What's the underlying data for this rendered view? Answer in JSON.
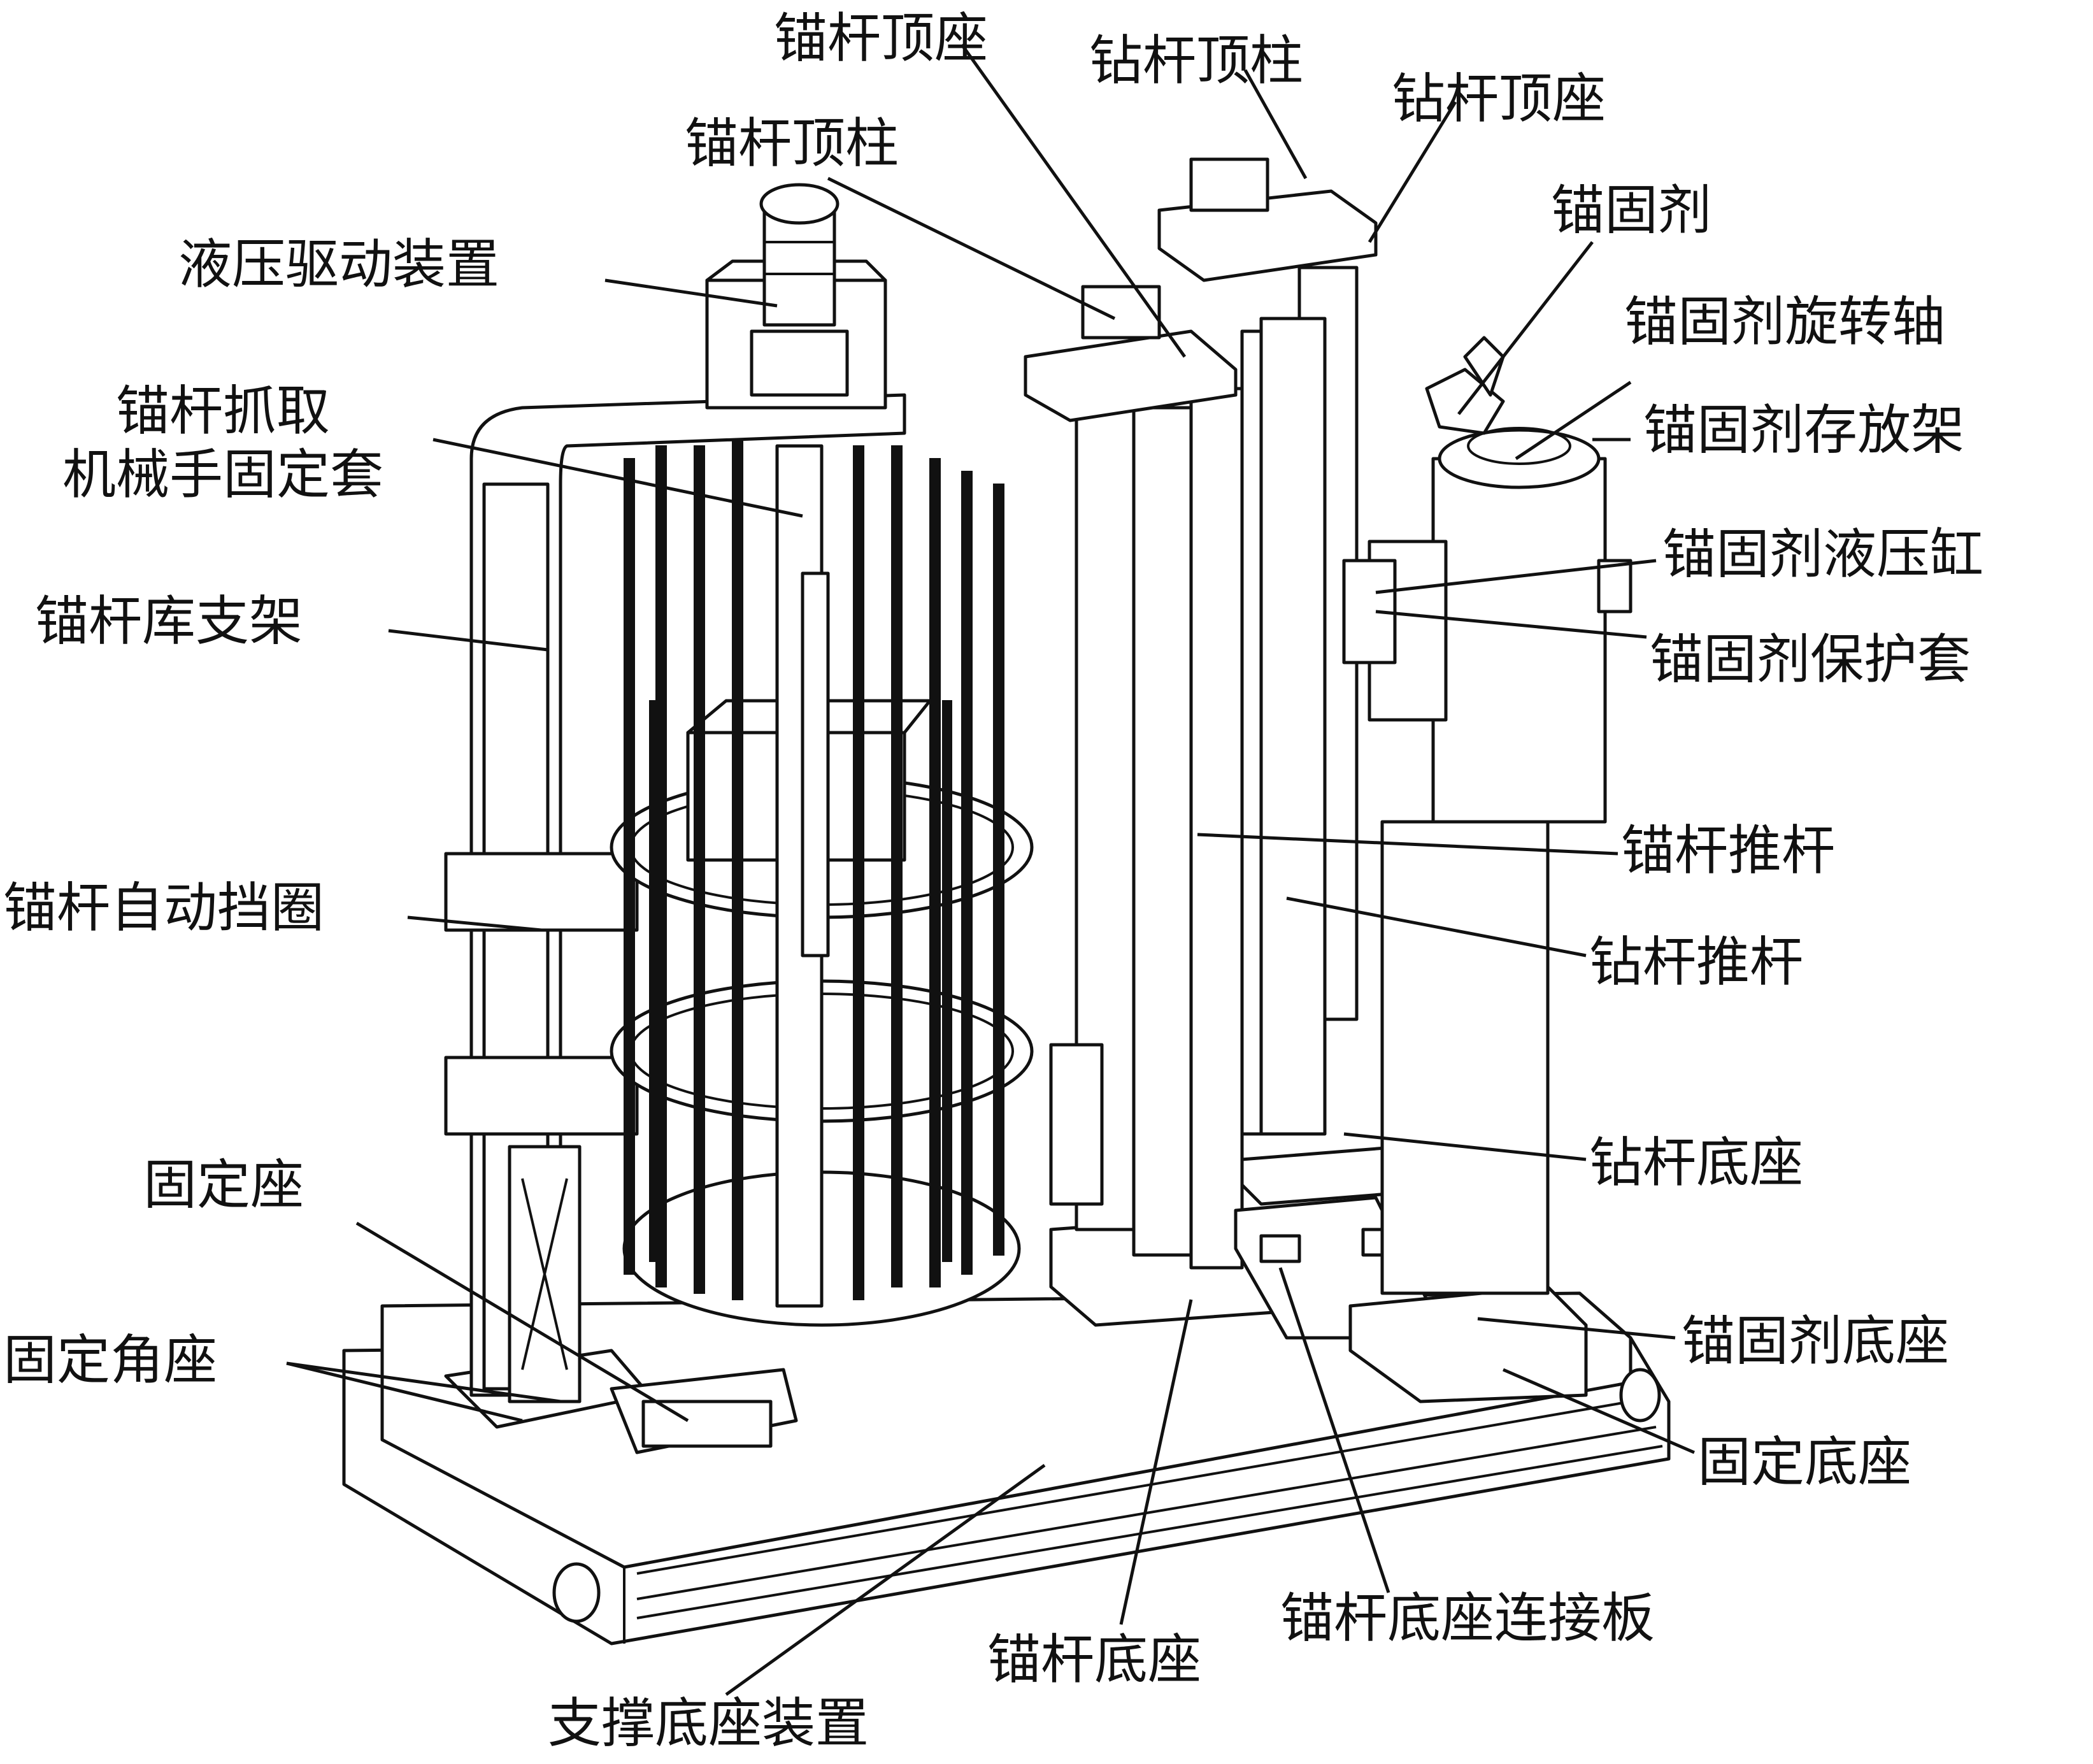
{
  "labels": {
    "anchor_top_seat": "锚杆顶座",
    "drill_top_column": "钻杆顶柱",
    "drill_top_seat": "钻杆顶座",
    "anchor_top_column": "锚杆顶柱",
    "anchoring_agent": "锚固剂",
    "hydraulic_drive": "液压驱动装置",
    "agent_rotation_shaft": "锚固剂旋转轴",
    "gripper_sleeve_line1": "锚杆抓取",
    "gripper_sleeve_line2": "机械手固定套",
    "agent_storage_rack": "锚固剂存放架",
    "anchor_magazine_frame": "锚杆库支架",
    "agent_hydraulic_cylinder": "锚固剂液压缸",
    "agent_protective_sleeve": "锚固剂保护套",
    "anchor_push_rod": "锚杆推杆",
    "auto_retaining_ring": "锚杆自动挡圈",
    "drill_push_rod": "钻杆推杆",
    "drill_base": "钻杆底座",
    "fixed_seat": "固定座",
    "agent_base": "锚固剂底座",
    "fixed_angle_seat": "固定角座",
    "fixed_base": "固定底座",
    "anchor_base_connecting_plate": "锚杆底座连接板",
    "anchor_base": "锚杆底座",
    "support_base_device": "支撑底座装置"
  }
}
